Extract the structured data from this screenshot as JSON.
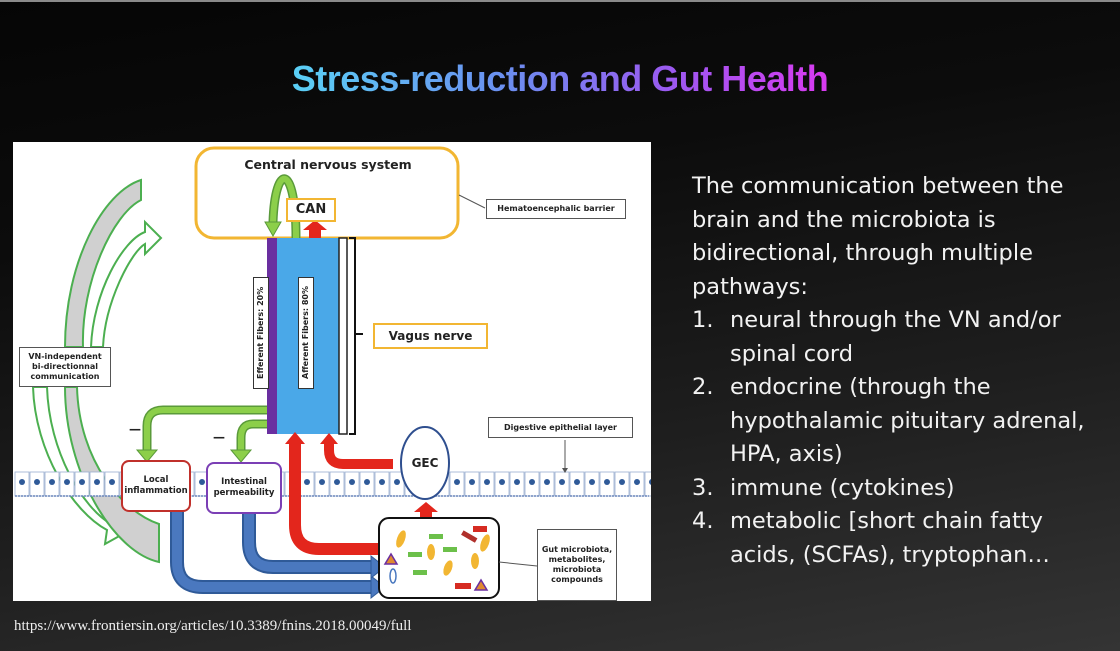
{
  "slide": {
    "title": "Stress-reduction and Gut Health",
    "title_gradient": [
      "#5ad0f5",
      "#6b8ef0",
      "#9a5af0",
      "#d93af0"
    ]
  },
  "figure": {
    "labels": {
      "cns": "Central nervous system",
      "can": "CAN",
      "hematoencephalic": "Hematoencephalic barrier",
      "efferent": "Efferent Fibers: 20%",
      "afferent": "Afferent Fibers: 80%",
      "vagus": "Vagus nerve",
      "vn_independent": "VN-independent bi-directionnal communication",
      "digestive": "Digestive epithelial layer",
      "local_inflammation": "Local inflammation",
      "intestinal_permeability": "Intestinal permeability",
      "gec": "GEC",
      "gut_microbiota": "Gut microbiota, metabolites, microbiota compounds",
      "minus_1": "—",
      "minus_2": "—"
    },
    "colors": {
      "cns_border": "#f2b632",
      "vagus_blue": "#4aa8e8",
      "efferent_purple": "#6a2fa0",
      "green_arrow": "#8ccf4a",
      "red_arrow": "#e3261c",
      "blue_arrow": "#4a78bf",
      "inflammation_border": "#c0302b",
      "permeability_border": "#7b3fb5"
    }
  },
  "text_panel": {
    "intro": "The communication between the brain and the microbiota is bidirectional, through multiple pathways:",
    "items": [
      {
        "num": "1.",
        "text": "neural through the VN and/or spinal cord"
      },
      {
        "num": "2.",
        "text": "endocrine (through the hypothalamic pituitary adrenal, HPA, axis)"
      },
      {
        "num": "3.",
        "text": "immune (cytokines)"
      },
      {
        "num": "4.",
        "text": "metabolic [short chain fatty acids, (SCFAs), tryptophan…"
      }
    ]
  },
  "source": {
    "url_text": "https://www.frontiersin.org/articles/10.3389/fnins.2018.00049/full"
  }
}
